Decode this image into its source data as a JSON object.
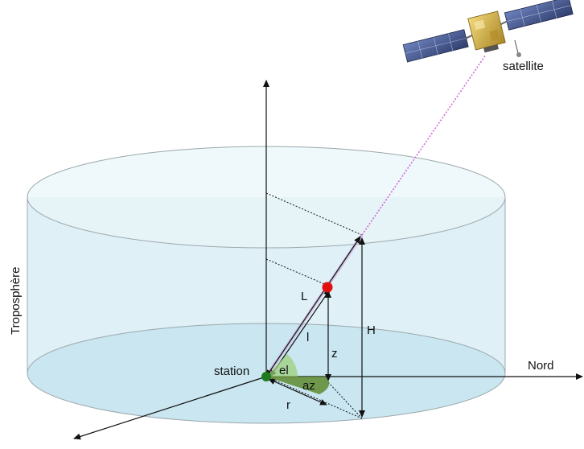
{
  "labels": {
    "satellite": "satellite",
    "troposphere": "Troposphère",
    "station": "station",
    "north": "Nord",
    "L": "L",
    "l": "l",
    "H": "H",
    "z": "z",
    "r": "r",
    "el": "el",
    "az": "az"
  },
  "colors": {
    "cylinder_fill": "#dff0f6",
    "base_fill": "#c9e6f1",
    "cylinder_stroke": "#9ca8ad",
    "signal_path": "#d26bd2",
    "point_red": "#e01010",
    "station_green": "#1e7a1e",
    "angle_el": "#9ccf7a",
    "angle_az": "#5e8a2e",
    "panel_blue": "#4a5f9a",
    "body_gold": "#d9b84a"
  }
}
